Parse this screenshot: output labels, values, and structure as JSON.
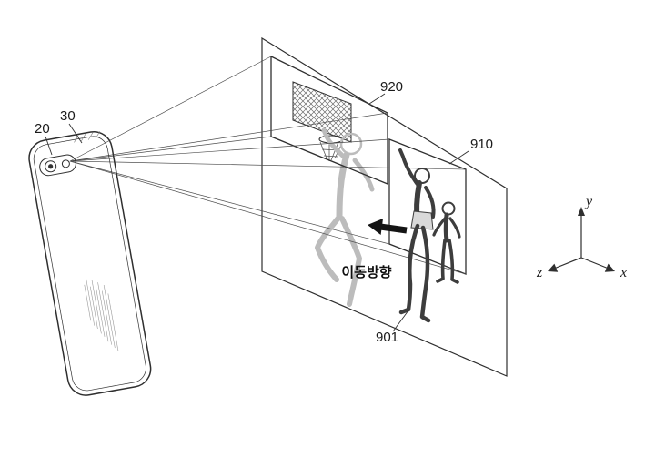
{
  "figure": {
    "labels": {
      "camera_lens": "20",
      "camera_housing": "30",
      "hoop_region": "920",
      "player_region": "910",
      "subject": "901",
      "movement_direction": "이동방향"
    },
    "axes": {
      "x_label": "x",
      "y_label": "y",
      "z_label": "z"
    },
    "colors": {
      "line": "#2f2f2f",
      "faint_sketch": "#bcbcbc",
      "arrow_fill": "#141414",
      "background": "#ffffff"
    }
  }
}
